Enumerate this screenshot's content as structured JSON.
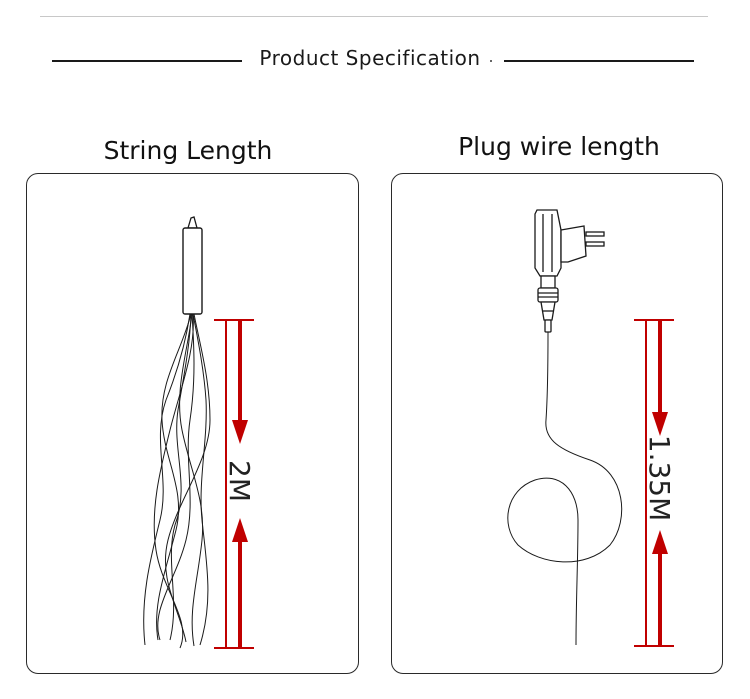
{
  "header": {
    "title": "Product Specification"
  },
  "panels": {
    "string_length": {
      "title": "String Length",
      "dimension_label": "2M"
    },
    "plug_wire": {
      "title": "Plug wire length",
      "dimension_label": "1.35M"
    }
  },
  "colors": {
    "dimension_arrow": "#c00000",
    "outline": "#1a1a1a"
  }
}
